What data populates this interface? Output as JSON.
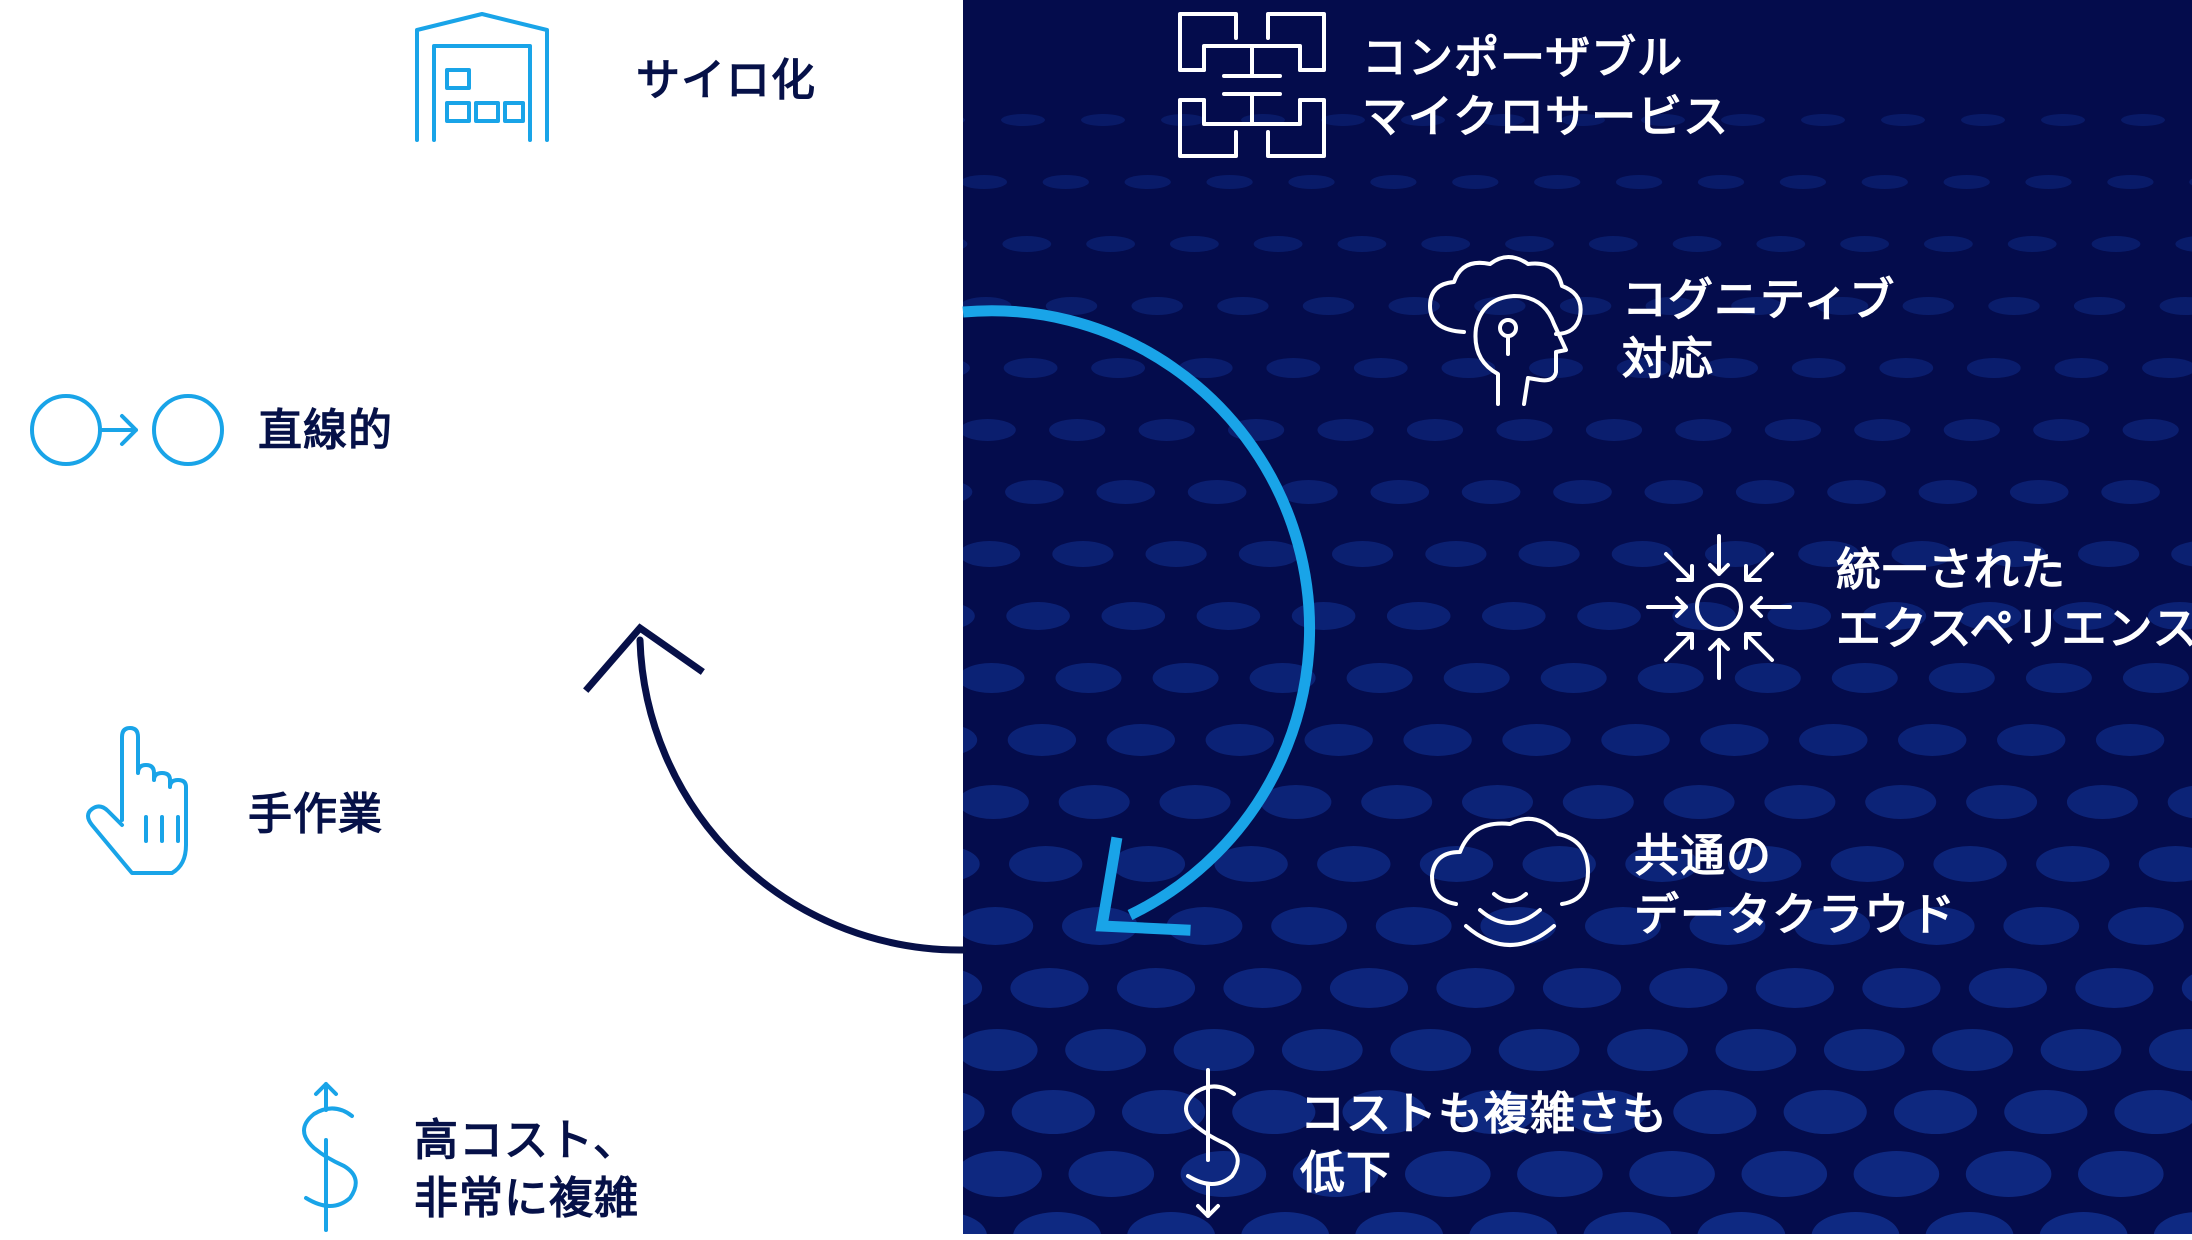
{
  "left_items": [
    {
      "label_lines": [
        "サイロ化"
      ],
      "icon": "warehouse-icon"
    },
    {
      "label_lines": [
        "直線的"
      ],
      "icon": "linear-flow-icon"
    },
    {
      "label_lines": [
        "手作業"
      ],
      "icon": "hand-pointer-icon"
    },
    {
      "label_lines": [
        "高コスト、",
        "非常に複雑"
      ],
      "icon": "dollar-up-icon"
    }
  ],
  "right_items": [
    {
      "label_lines": [
        "コンポーザブル",
        "マイクロサービス"
      ],
      "icon": "modules-icon"
    },
    {
      "label_lines": [
        "コグニティブ",
        "対応"
      ],
      "icon": "cognitive-head-icon"
    },
    {
      "label_lines": [
        "統一された",
        "エクスペリエンス"
      ],
      "icon": "converging-arrows-icon"
    },
    {
      "label_lines": [
        "共通の",
        "データクラウド"
      ],
      "icon": "cloud-signal-icon"
    },
    {
      "label_lines": [
        "コストも複雑さも",
        "低下"
      ],
      "icon": "dollar-down-icon"
    }
  ],
  "colors": {
    "left_bg": "#ffffff",
    "right_bg": "#040c4c",
    "accent_blue": "#19a4e8",
    "dark_text": "#061148",
    "arrow_dark": "#071048"
  }
}
